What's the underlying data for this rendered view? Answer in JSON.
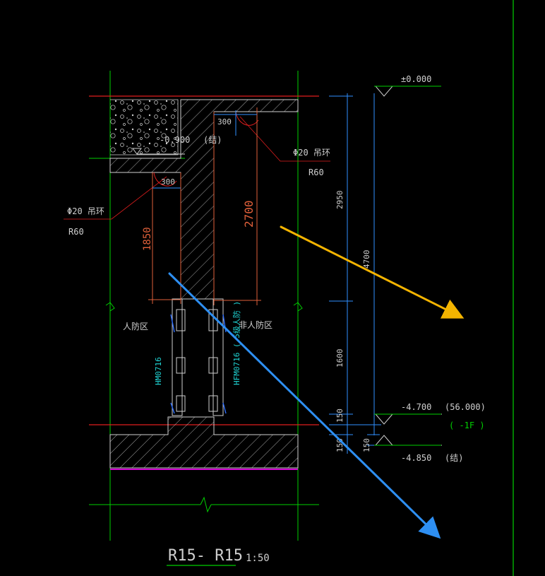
{
  "section": {
    "title": "R15- R15",
    "scale": "1:50"
  },
  "levels": {
    "top": "±0.000",
    "slab_top": "-0.900",
    "slab_top_note": "(结)",
    "floor": "-4.700",
    "floor_abs": "(56.000)",
    "floor_name": "( -1F )",
    "bottom": "-4.850",
    "bottom_note": "(结)"
  },
  "dimensions": {
    "total": "4700",
    "upper": "2950",
    "middle": "1600",
    "small": "150",
    "bottom": "150",
    "right_opening_width": "300",
    "left_opening_width": "300",
    "right_opening_height": "2700",
    "left_opening_height": "1850"
  },
  "annotations": {
    "hook_right": "Φ20  吊环",
    "hook_right_r": "R60",
    "hook_left": "Φ20  吊环",
    "hook_left_r": "R60"
  },
  "zones": {
    "left": "人防区",
    "right": "非人防区"
  },
  "doors": {
    "left": "HM0716",
    "right": "HFM0716 ( 5级人防 )"
  },
  "colors": {
    "background": "#000000",
    "green": "#00d000",
    "red": "#e01e1e",
    "orange_dim": "#e0603a",
    "blue_dim": "#2f8fff",
    "arrow_orange": "#f4b400",
    "arrow_blue": "#2e8ff2",
    "cyan": "#20d8d8",
    "magenta": "#d200d2",
    "concrete": "#cfcfcf"
  }
}
